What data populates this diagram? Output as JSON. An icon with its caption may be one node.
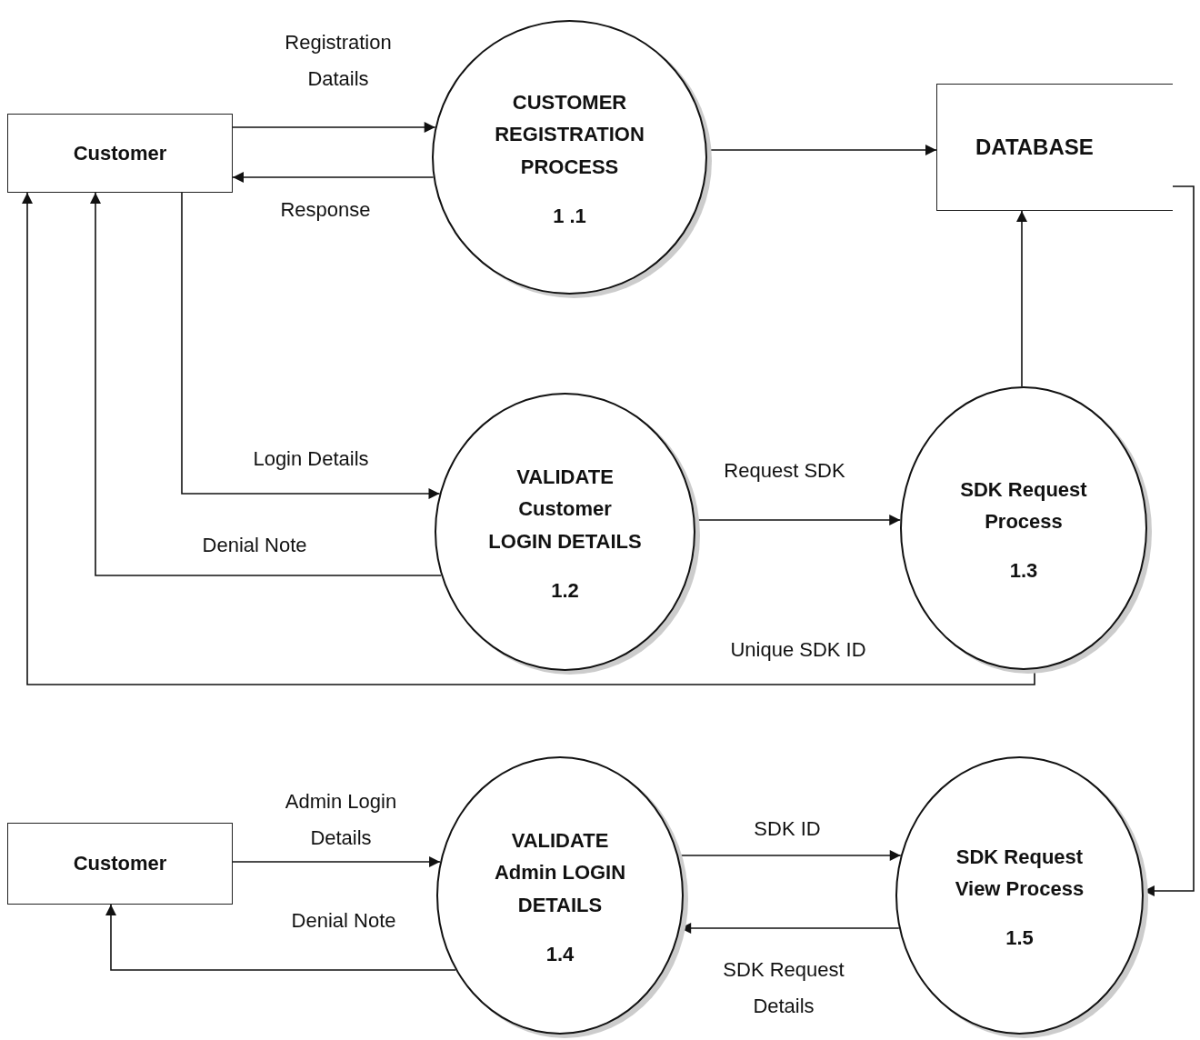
{
  "diagram": {
    "nodes": [
      {
        "text": [
          "Customer"
        ]
      },
      {
        "text": [
          "CUSTOMER REGISTRATION PROCESS",
          "1 .1"
        ]
      },
      {
        "text": [
          "DATABASE"
        ]
      },
      {
        "text": [
          "VALIDATE Customer LOGIN DETAILS",
          "1.2"
        ]
      },
      {
        "text": [
          "SDK Request Process",
          "1.3"
        ]
      },
      {
        "text": [
          "Customer"
        ]
      },
      {
        "text": [
          "VALIDATE Admin LOGIN DETAILS",
          "1.4"
        ]
      },
      {
        "text": [
          "SDK Request View Process",
          "1.5"
        ]
      }
    ],
    "edges": [
      {
        "from": 0,
        "to": 1,
        "arrow": "to",
        "label": "Registration Datails"
      },
      {
        "from": 1,
        "to": 0,
        "arrow": "to",
        "label": "Response"
      },
      {
        "from": 1,
        "to": 2,
        "arrow": "to"
      },
      {
        "from": 0,
        "to": 3,
        "arrow": "to",
        "label": "Login Details"
      },
      {
        "from": 3,
        "to": 0,
        "arrow": "to",
        "label": "Denial Note"
      },
      {
        "from": 3,
        "to": 4,
        "arrow": "to",
        "label": "Request SDK"
      },
      {
        "from": 4,
        "to": 2,
        "arrow": "to"
      },
      {
        "from": 4,
        "to": 0,
        "arrow": "to",
        "label": "Unique SDK ID"
      },
      {
        "from": 2,
        "to": 7,
        "arrow": "to"
      },
      {
        "from": 5,
        "to": 6,
        "arrow": "to",
        "label": "Admin Login Details"
      },
      {
        "from": 6,
        "to": 5,
        "arrow": "to",
        "label": "Denial Note"
      },
      {
        "from": 6,
        "to": 7,
        "arrow": "to",
        "label": "SDK ID"
      },
      {
        "from": 7,
        "to": 6,
        "arrow": "to",
        "label": "SDK Request Details"
      }
    ]
  }
}
